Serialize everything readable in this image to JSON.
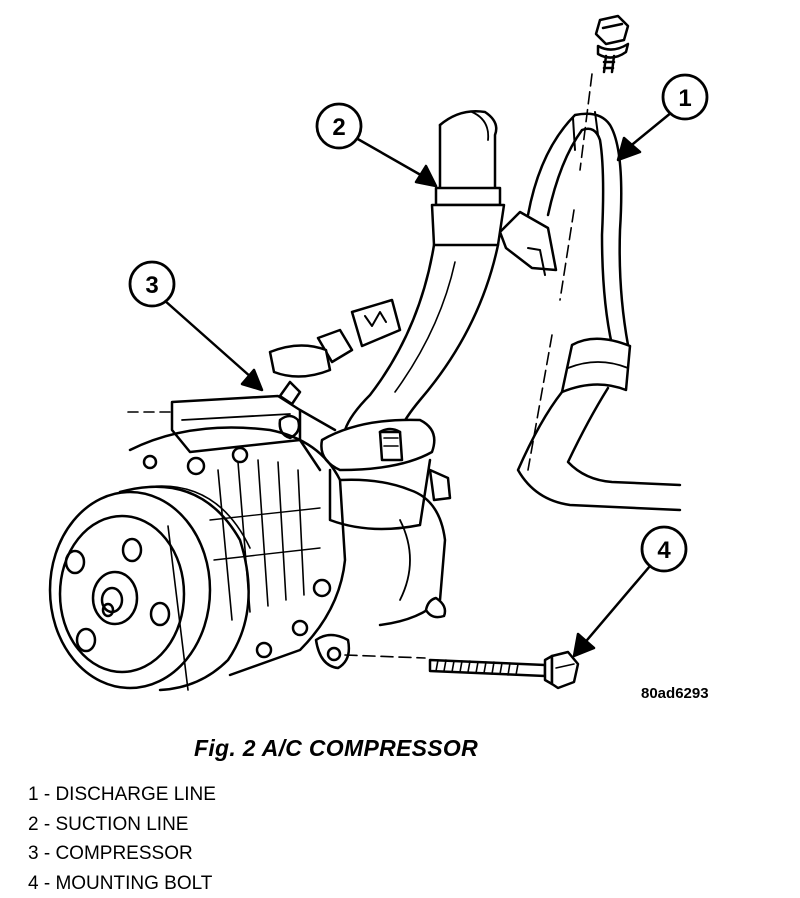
{
  "figure": {
    "reference_code": "80ad6293",
    "caption": "Fig. 2 A/C COMPRESSOR",
    "callouts": [
      "1",
      "2",
      "3",
      "4"
    ],
    "legend": [
      "1 - DISCHARGE LINE",
      "2 - SUCTION LINE",
      "3 - COMPRESSOR",
      "4 - MOUNTING BOLT"
    ]
  }
}
